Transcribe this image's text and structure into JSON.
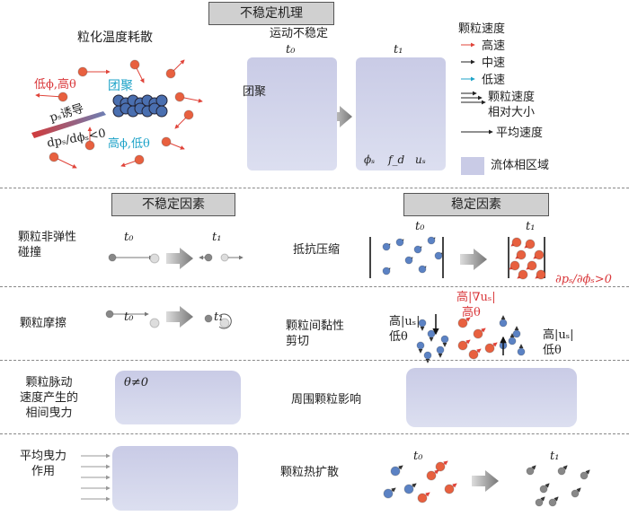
{
  "header": {
    "mechanism": "不稳定机理",
    "unstable_factors": "不稳定因素",
    "stable_factors": "稳定因素"
  },
  "top": {
    "granular_temp_title": "粒化温度耗散",
    "low_phi_high_theta": "低ϕ,高θ",
    "cluster": "团聚",
    "ps_induced": "pₛ诱导",
    "dps_dphis": "dpₛ/dϕₛ<0",
    "high_phi_low_theta": "高ϕ,低θ",
    "motion_instability_title": "运动不稳定",
    "t0": "t₀",
    "t1": "t₁",
    "cluster2": "团聚",
    "phi_s": "ϕₛ",
    "f_d": "f_d",
    "u_s": "uₛ"
  },
  "legend": {
    "title": "颗粒速度",
    "high": "高速",
    "mid": "中速",
    "low": "低速",
    "relative_1": "颗粒速度",
    "relative_2": "相对大小",
    "mean": "平均速度",
    "fluid": "流体相区域",
    "colors": {
      "high": "#e0443a",
      "mid": "#222222",
      "low": "#1ea3c8",
      "fluid": "#c9cbe6"
    }
  },
  "rows": [
    {
      "left": "颗粒非弹性\n碰撞",
      "right": "抵抗压缩",
      "t0": "t₀",
      "t1": "t₁",
      "note": "∂pₛ/∂ϕₛ>0"
    },
    {
      "left": "颗粒摩擦",
      "right": "颗粒间黏性\n剪切",
      "t0": "t₀",
      "t1": "t₁",
      "high_grad": "高|∇uₛ|",
      "high_theta": "高θ",
      "left_note_1": "高|uₛ|",
      "left_note_2": "低θ",
      "right_note_1": "高|uₛ|",
      "right_note_2": "低θ"
    },
    {
      "left": "颗粒脉动\n速度产生的\n相间曳力",
      "right": "周围颗粒影响",
      "theta_ne": "θ≠0"
    },
    {
      "left": "平均曳力\n作用",
      "right": "颗粒热扩散",
      "t0": "t₀",
      "t1": "t₁"
    }
  ]
}
